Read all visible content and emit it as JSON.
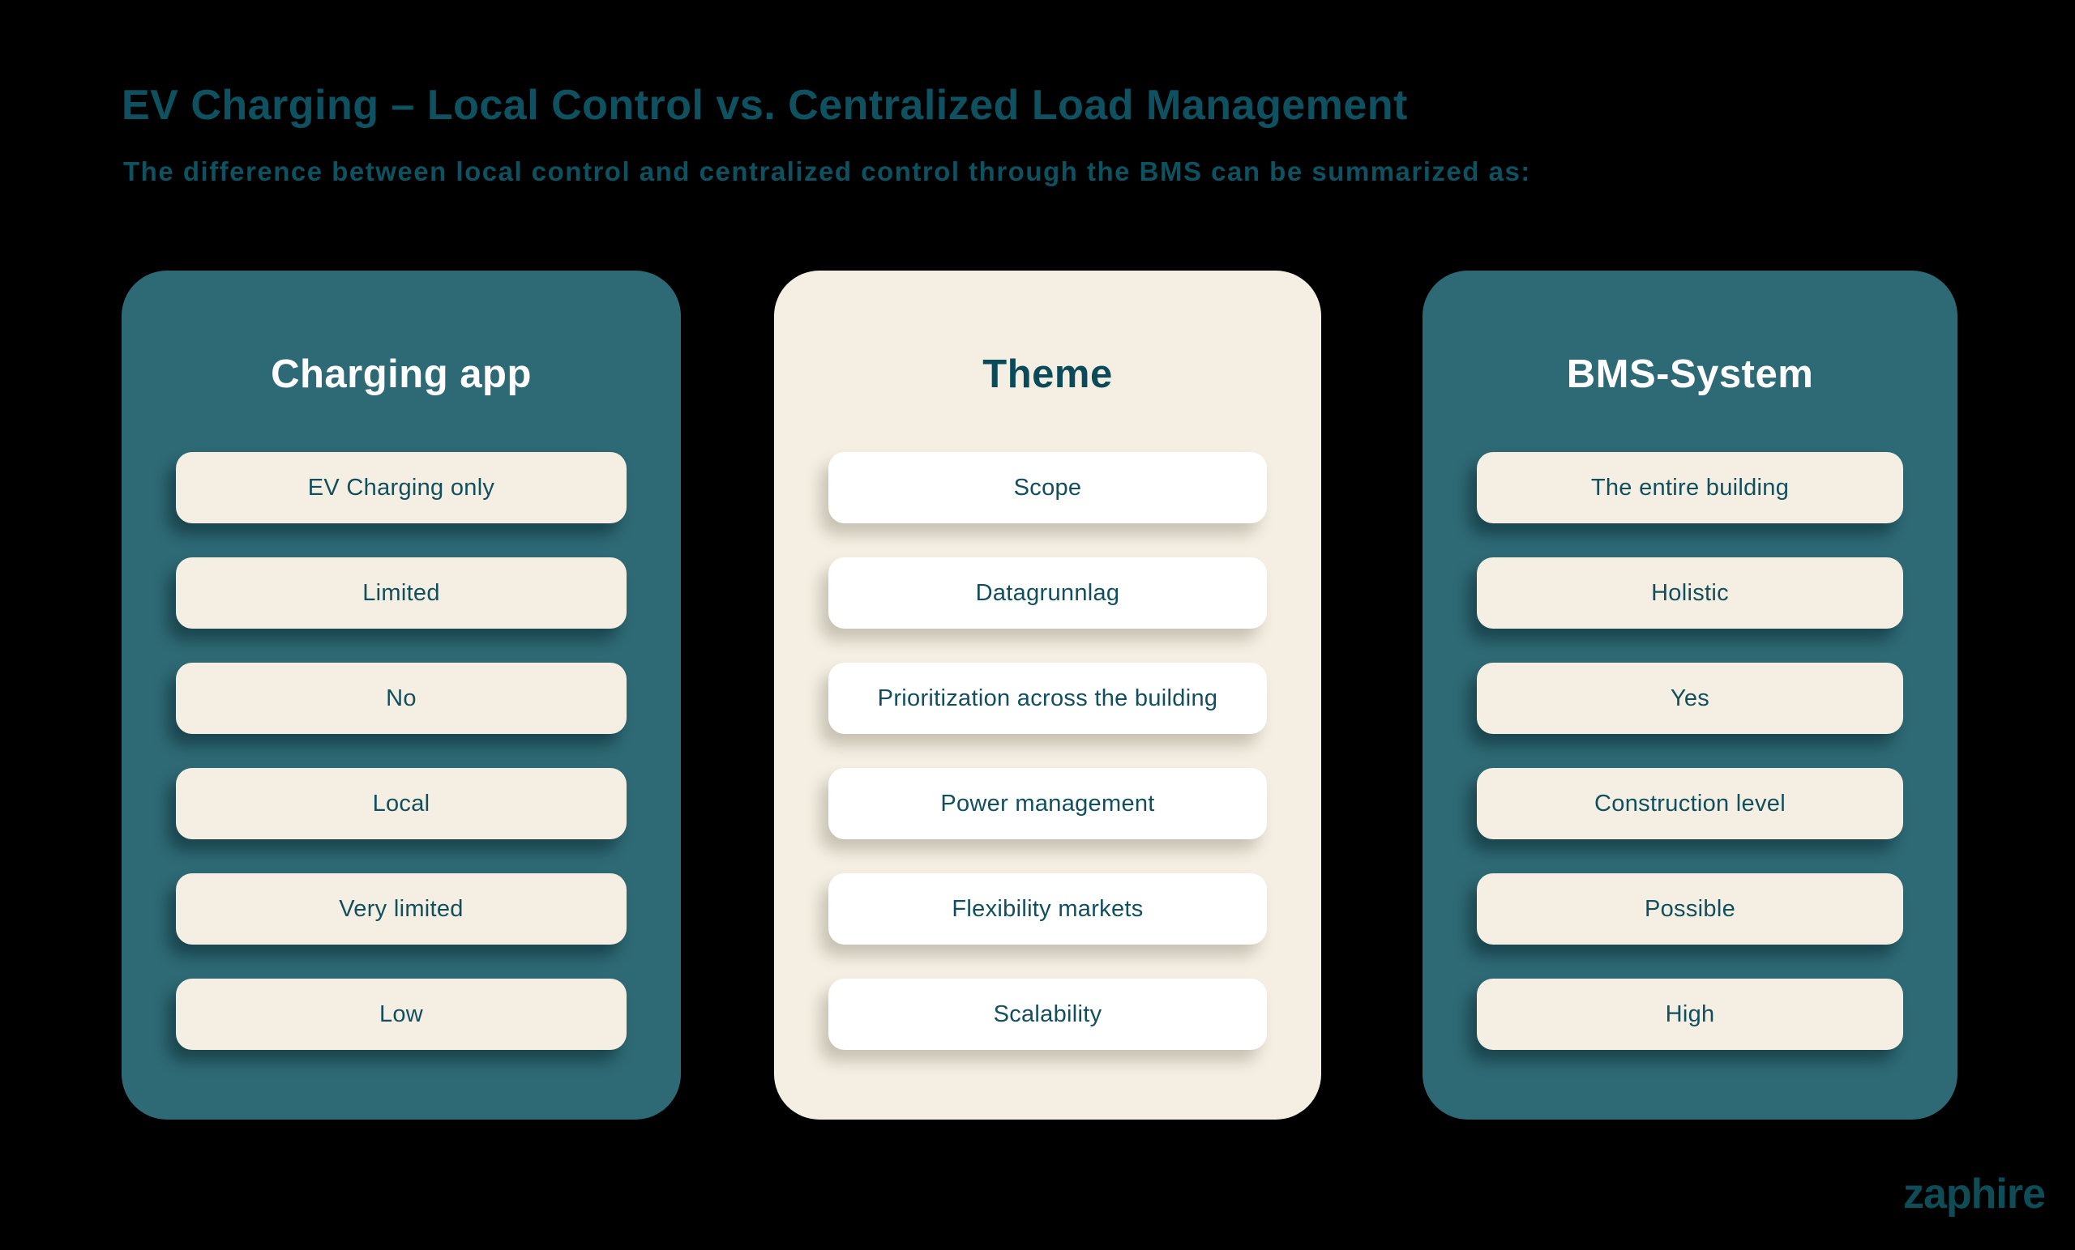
{
  "header": {
    "title": "EV Charging – Local Control vs. Centralized Load Management",
    "subtitle": "The difference between local control and centralized control through the BMS can be summarized as:"
  },
  "columns": [
    {
      "id": "charging-app",
      "header": "Charging app",
      "style": "teal",
      "items": [
        "EV Charging only",
        "Limited",
        "No",
        "Local",
        "Very limited",
        "Low"
      ]
    },
    {
      "id": "theme",
      "header": "Theme",
      "style": "cream",
      "items": [
        "Scope",
        "Datagrunnlag",
        "Prioritization across the building",
        "Power management",
        "Flexibility markets",
        "Scalability"
      ]
    },
    {
      "id": "bms-system",
      "header": "BMS-System",
      "style": "teal",
      "items": [
        "The entire building",
        "Holistic",
        "Yes",
        "Construction level",
        "Possible",
        "High"
      ]
    }
  ],
  "footer": {
    "brand": "zaphire"
  },
  "colors": {
    "background": "#000000",
    "teal_card": "#2E6A75",
    "cream_card": "#F4EFE2",
    "white_pill": "#FFFFFF",
    "dark_teal_text": "#0E5160",
    "header_text_on_teal": "#FFFFFF"
  }
}
